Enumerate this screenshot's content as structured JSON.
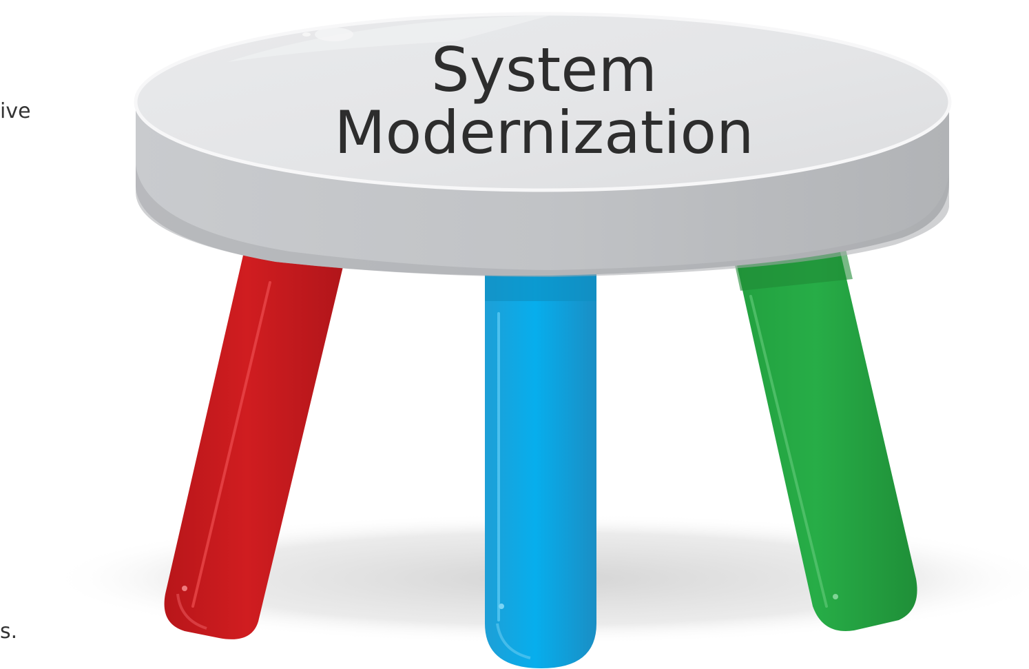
{
  "clipped_text": {
    "upper": "ive",
    "lower": "s."
  },
  "stool": {
    "title_line1": "System",
    "title_line2": "Modernization",
    "colors": {
      "seat_top": "#e6e7e9",
      "seat_side": "#c4c6c9",
      "leg_left": "#cc1c1e",
      "leg_middle": "#08acea",
      "leg_right": "#25a543",
      "shadow": "#d9d9d9"
    }
  }
}
